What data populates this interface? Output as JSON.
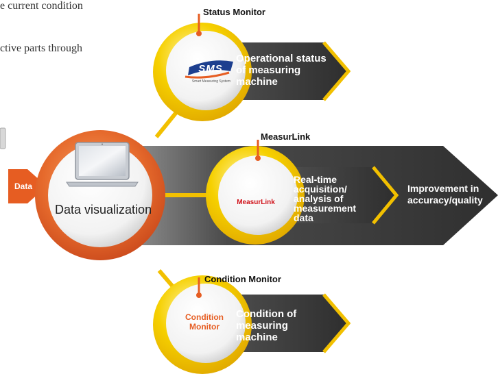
{
  "intro": {
    "line1": "e current condition",
    "line2": "ctive parts through"
  },
  "input": {
    "data_label": "Data"
  },
  "hub": {
    "label": "Data visualization"
  },
  "branches": [
    {
      "tool": "Status Monitor",
      "logo_text": "SMS",
      "logo_sub": "Smart Measuring System",
      "description": "Operational status of measuring machine"
    },
    {
      "tool": "MeasurLink",
      "logo_text": "MeasurLink",
      "description": "Real-time acquisition/ analysis of measurement data",
      "outcome": "Improvement in accuracy/quality"
    },
    {
      "tool": "Condition Monitor",
      "logo_text": "Condition Monitor",
      "description": "Condition of measuring machine"
    }
  ],
  "colors": {
    "orange": "#e8642a",
    "yellow": "#f3c300",
    "dark": "#3a3a3a"
  }
}
